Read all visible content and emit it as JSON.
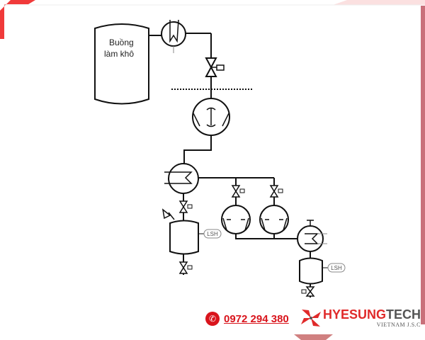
{
  "diagram": {
    "chamber_label_line1": "Buồng",
    "chamber_label_line2": "làm khô",
    "level_switch_1": "LSH",
    "level_switch_2": "LSH"
  },
  "footer": {
    "phone_icon": "phone-icon",
    "phone_number": "0972 294 380",
    "brand_part1": "HYESUNG",
    "brand_part2": "TECH",
    "brand_sub": "VIETNAM J.S.C"
  },
  "colors": {
    "accent": "#d9141c",
    "line": "#111111"
  }
}
